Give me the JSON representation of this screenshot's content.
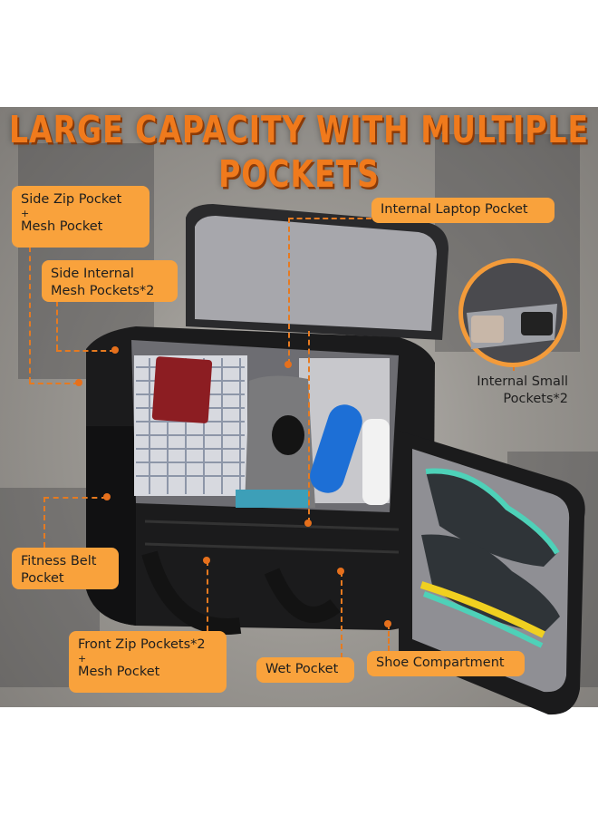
{
  "title": "LARGE CAPACITY WITH MULTIPLE POCKETS",
  "labels": {
    "side_zip": "Side Zip Pocket",
    "side_zip_plus": "+",
    "side_zip_mesh": "Mesh Pocket",
    "side_internal_1": "Side Internal",
    "side_internal_2": "Mesh Pockets*2",
    "laptop": "Internal Laptop Pocket",
    "small_1": "Internal Small",
    "small_2": "Pockets*2",
    "fitness_1": "Fitness Belt",
    "fitness_2": "Pocket",
    "front_1": "Front Zip Pockets*2",
    "front_plus": "+",
    "front_mesh": "Mesh Pocket",
    "wet": "Wet Pocket",
    "shoe": "Shoe Compartment"
  },
  "colors": {
    "accent": "#f9a23c",
    "title": "#f07a1c",
    "bag": "#1b1b1c",
    "lining": "#a9a9ae"
  },
  "icons": [
    "duffel-bag-illustration",
    "zoom-circle-detail",
    "shoe-illustration",
    "bottle-illustration"
  ]
}
